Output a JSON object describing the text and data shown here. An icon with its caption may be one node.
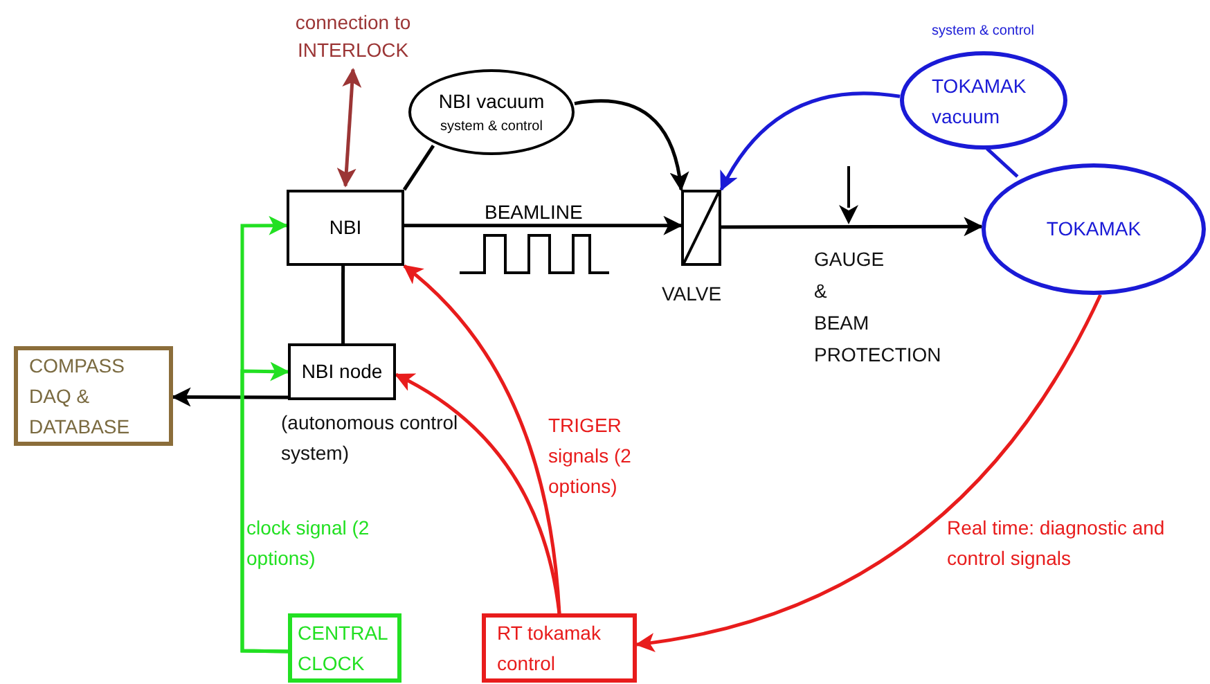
{
  "diagram": {
    "nodes": [
      {
        "text": [
          "connection to INTERLOCK"
        ]
      },
      {
        "text": [
          "NBI"
        ]
      },
      {
        "text": [
          "NBI vacuum",
          "system & control"
        ]
      },
      {
        "text": [],
        "shape": "box",
        "beside": [
          "VALVE"
        ]
      },
      {
        "text": [
          "TOKAMAK vacuum"
        ],
        "beside": [
          "system & control"
        ]
      },
      {
        "text": [
          "TOKAMAK"
        ]
      },
      {
        "text": [
          "COMPASS DAQ & DATABASE"
        ]
      },
      {
        "text": [
          "NBI node"
        ],
        "beside": [
          "(autonomous control system)"
        ]
      },
      {
        "text": [
          "CENTRAL CLOCK"
        ]
      },
      {
        "text": [
          "RT tokamak control"
        ]
      }
    ],
    "edges": [
      {
        "from": 0,
        "to": 1,
        "arrow": "both",
        "color": "#9b3535"
      },
      {
        "from": 2,
        "to": 1,
        "arrow": "none"
      },
      {
        "from": 1,
        "to": 3,
        "arrow": "to",
        "label": "BEAMLINE"
      },
      {
        "from": 2,
        "to": 3,
        "arrow": "to"
      },
      {
        "from": 4,
        "to": 3,
        "arrow": "to",
        "color": "#1a1ad6"
      },
      {
        "from": 4,
        "to": 5,
        "arrow": "none",
        "color": "#1a1ad6"
      },
      {
        "from": 3,
        "to": 5,
        "arrow": "to"
      },
      {
        "from": 1,
        "to": 7,
        "arrow": "none"
      },
      {
        "from": 7,
        "to": 6,
        "arrow": "to"
      },
      {
        "from": 8,
        "to": 1,
        "arrow": "to",
        "color": "#22e022"
      },
      {
        "from": 8,
        "to": 7,
        "arrow": "to",
        "color": "#22e022",
        "label": "clock signal (2 options)"
      },
      {
        "from": 9,
        "to": 1,
        "arrow": "to",
        "color": "#e81c1c",
        "label": "TRIGER signals (2 options)"
      },
      {
        "from": 9,
        "to": 7,
        "arrow": "to",
        "color": "#e81c1c"
      },
      {
        "from": 5,
        "to": 9,
        "arrow": "to",
        "color": "#e81c1c",
        "label": "Real time: diagnostic and control signals"
      }
    ],
    "labels": [
      "GAUGE & BEAM PROTECTION"
    ]
  }
}
